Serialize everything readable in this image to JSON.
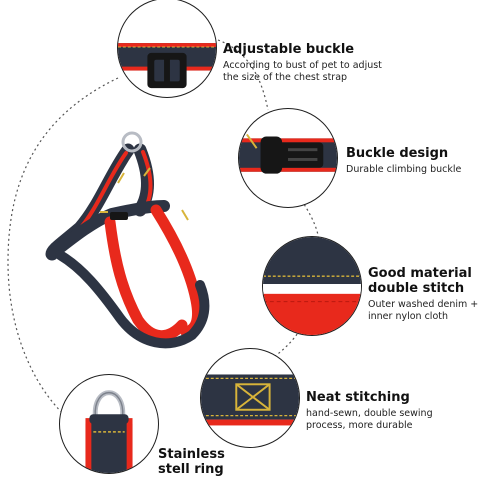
{
  "colors": {
    "denim": "#2d3443",
    "nylon_red": "#e8291c",
    "stitch_yellow": "#d8b43a",
    "buckle_black": "#161616",
    "metal_ring": "#b8bcc4"
  },
  "features": [
    {
      "title": "Adjustable buckle",
      "desc_lines": [
        "According to  bust of pet to adjust",
        "the size of the chest strap"
      ]
    },
    {
      "title": "Buckle design",
      "desc_lines": [
        "Durable climbing buckle"
      ]
    },
    {
      "title_lines": [
        "Good material",
        "double stitch"
      ],
      "desc_lines": [
        "Outer washed denim +",
        "inner nylon cloth"
      ]
    },
    {
      "title": "Neat stitching",
      "desc_lines": [
        "hand-sewn, double sewing",
        "process, more durable"
      ]
    },
    {
      "title_lines": [
        "Stainless",
        "stell ring"
      ]
    }
  ]
}
